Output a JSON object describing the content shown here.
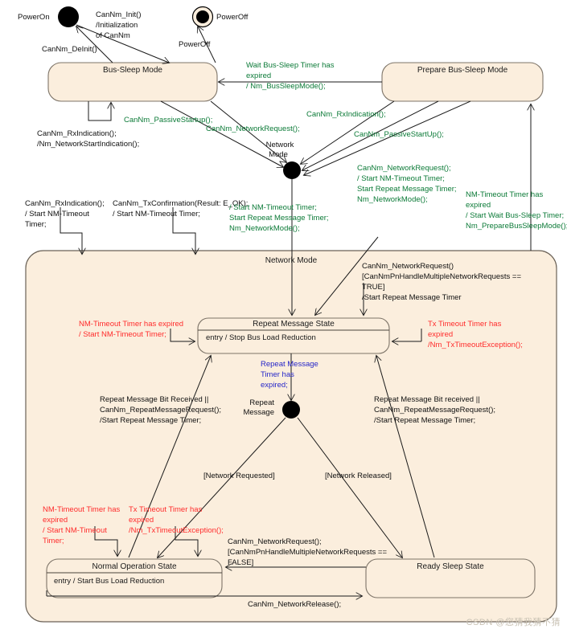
{
  "diagram": {
    "title": "CanNm State Machine",
    "colors": {
      "state_fill": "#fbeedd",
      "state_stroke": "#7d7468",
      "green_label": "#0b7a37",
      "red_label": "#ff2b2b",
      "blue_label": "#2626c8",
      "black_label": "#111111",
      "background": "#ffffff"
    },
    "nodes": {
      "power_on_label": "PowerOn",
      "power_off_label": "PowerOff",
      "network_mode_node_label_line1": "Network",
      "network_mode_node_label_line2": "Mode",
      "repeat_message_node_label_line1": "Repeat",
      "repeat_message_node_label_line2": "Message"
    },
    "states": {
      "bus_sleep_mode": {
        "title": "Bus-Sleep Mode"
      },
      "prepare_bus_sleep_mode": {
        "title": "Prepare Bus-Sleep Mode"
      },
      "network_mode": {
        "title": "Network Mode"
      },
      "repeat_message_state": {
        "title": "Repeat Message State",
        "entry": "entry / Stop Bus Load Reduction"
      },
      "normal_operation_state": {
        "title": "Normal Operation State",
        "entry": "entry / Start Bus Load Reduction"
      },
      "ready_sleep_state": {
        "title": "Ready Sleep State"
      }
    },
    "transitions": {
      "init": {
        "lines": [
          "CanNm_Init()",
          "/Initialization",
          "of CanNm"
        ],
        "color": "black"
      },
      "deinit": {
        "lines": [
          "CanNm_DeInit()"
        ],
        "color": "black"
      },
      "power_off": {
        "lines": [
          "PowerOff"
        ],
        "color": "black"
      },
      "wait_bus_sleep_expired": {
        "lines": [
          "Wait Bus-Sleep Timer has",
          "expired",
          "/ Nm_BusSleepMode();"
        ],
        "color": "green"
      },
      "bus_sleep_self_rx": {
        "lines": [
          "CanNm_RxIndication();",
          "/Nm_NetworkStartIndication();"
        ],
        "color": "black"
      },
      "passive_startup_left": {
        "lines": [
          "CanNm_PassiveStartup();"
        ],
        "color": "green"
      },
      "network_request_left": {
        "lines": [
          "CanNm_NetworkRequest();"
        ],
        "color": "green"
      },
      "rx_indication_prepare": {
        "lines": [
          "CanNm_RxIndication();"
        ],
        "color": "green"
      },
      "passive_startup_right": {
        "lines": [
          "CanNm_PassiveStartUp();"
        ],
        "color": "green"
      },
      "network_request_prepare": {
        "lines": [
          "CanNm_NetworkRequest();",
          "/ Start NM-Timeout Timer;",
          "Start Repeat Message Timer;",
          "Nm_NetworkMode();"
        ],
        "color": "green"
      },
      "nm_timeout_to_prepare": {
        "lines": [
          "NM-Timeout Timer has",
          "expired",
          "/ Start Wait Bus-Sleep Timer;",
          "Nm_PrepareBusSleepMode();"
        ],
        "color": "green"
      },
      "nm_self_rx_timeout": {
        "lines": [
          "CanNm_RxIndication();",
          "/ Start NM-Timeout",
          "Timer;"
        ],
        "color": "black"
      },
      "nm_self_txconfirm": {
        "lines": [
          "CanNm_TxConfirmation(Result: E_OK);",
          "/ Start NM-Timeout Timer;"
        ],
        "color": "black"
      },
      "network_mode_entry_action": {
        "lines": [
          "/ Start NM-Timeout Timer;",
          "Start Repeat Message Timer;",
          "Nm_NetworkMode();"
        ],
        "color": "green"
      },
      "pn_handle_multiple_true": {
        "lines": [
          "CanNm_NetworkRequest()",
          "[CanNmPnHandleMultipleNetworkRequests ==",
          "TRUE]",
          "/Start Repeat Message Timer"
        ],
        "color": "black"
      },
      "rms_nm_timeout_self": {
        "lines": [
          "NM-Timeout Timer has expired",
          "/ Start NM-Timeout Timer;"
        ],
        "color": "red"
      },
      "rms_tx_timeout_self": {
        "lines": [
          "Tx Timeout Timer has",
          "expired",
          "/Nm_TxTimeoutException();"
        ],
        "color": "red"
      },
      "repeat_message_timer_expired": {
        "lines": [
          "Repeat Message",
          "Timer has",
          "expired;"
        ],
        "color": "blue"
      },
      "repeat_bit_received_left": {
        "lines": [
          "Repeat Message Bit Received ||",
          "CanNm_RepeatMessageRequest();",
          "/Start Repeat Message Timer;"
        ],
        "color": "black"
      },
      "repeat_bit_received_right": {
        "lines": [
          "Repeat Message Bit received ||",
          "CanNm_RepeatMessageRequest();",
          "/Start Repeat Message Timer;"
        ],
        "color": "black"
      },
      "network_requested": {
        "lines": [
          "[Network Requested]"
        ],
        "color": "black"
      },
      "network_released": {
        "lines": [
          "[Network Released]"
        ],
        "color": "black"
      },
      "nos_nm_timeout_self": {
        "lines": [
          "NM-Timeout Timer has",
          "expired",
          "/ Start NM-Timeout",
          "Timer;"
        ],
        "color": "red"
      },
      "nos_tx_timeout_self": {
        "lines": [
          "Tx Timeout Timer has",
          "expired",
          "/Nm_TxTimeoutException();"
        ],
        "color": "red"
      },
      "pn_handle_multiple_false": {
        "lines": [
          "CanNm_NetworkRequest();",
          "[CanNmPnHandleMultipleNetworkRequests ==",
          "FALSE]"
        ],
        "color": "black"
      },
      "network_release": {
        "lines": [
          "CanNm_NetworkRelease();"
        ],
        "color": "black"
      }
    },
    "watermark": "CSDN @您猜我猜不猜"
  }
}
